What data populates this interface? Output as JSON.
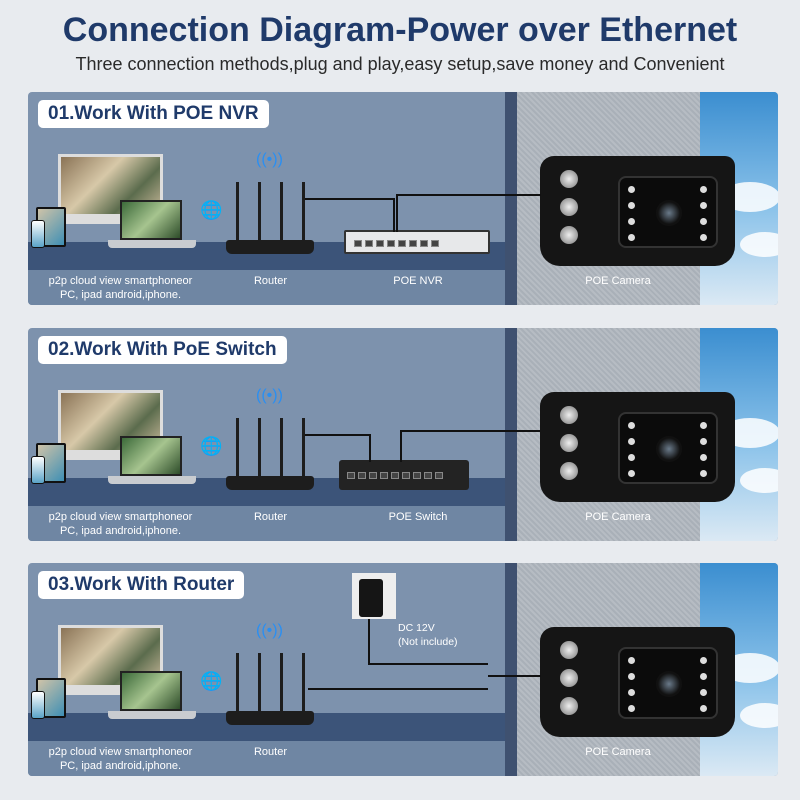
{
  "header": {
    "title": "Connection Diagram-Power over Ethernet",
    "subtitle": "Three connection methods,plug and play,easy setup,save money and Convenient"
  },
  "panels": [
    {
      "title": "01.Work With POE NVR",
      "devices_label": "p2p cloud view smartphoneor",
      "devices_label2": "PC, ipad android,iphone.",
      "router_label": "Router",
      "middle_label": "POE NVR",
      "camera_label": "POE Camera"
    },
    {
      "title": "02.Work With PoE Switch",
      "devices_label": "p2p cloud view smartphoneor",
      "devices_label2": "PC, ipad android,iphone.",
      "router_label": "Router",
      "middle_label": "POE Switch",
      "camera_label": "POE Camera"
    },
    {
      "title": "03.Work With Router",
      "devices_label": "p2p cloud view smartphoneor",
      "devices_label2": "PC, ipad android,iphone.",
      "router_label": "Router",
      "power_label": "DC 12V",
      "power_note": "(Not include)",
      "camera_label": "POE Camera"
    }
  ],
  "colors": {
    "title": "#1f3a6a",
    "panel": "#7d92ad",
    "wifi": "#2a8ff2"
  }
}
